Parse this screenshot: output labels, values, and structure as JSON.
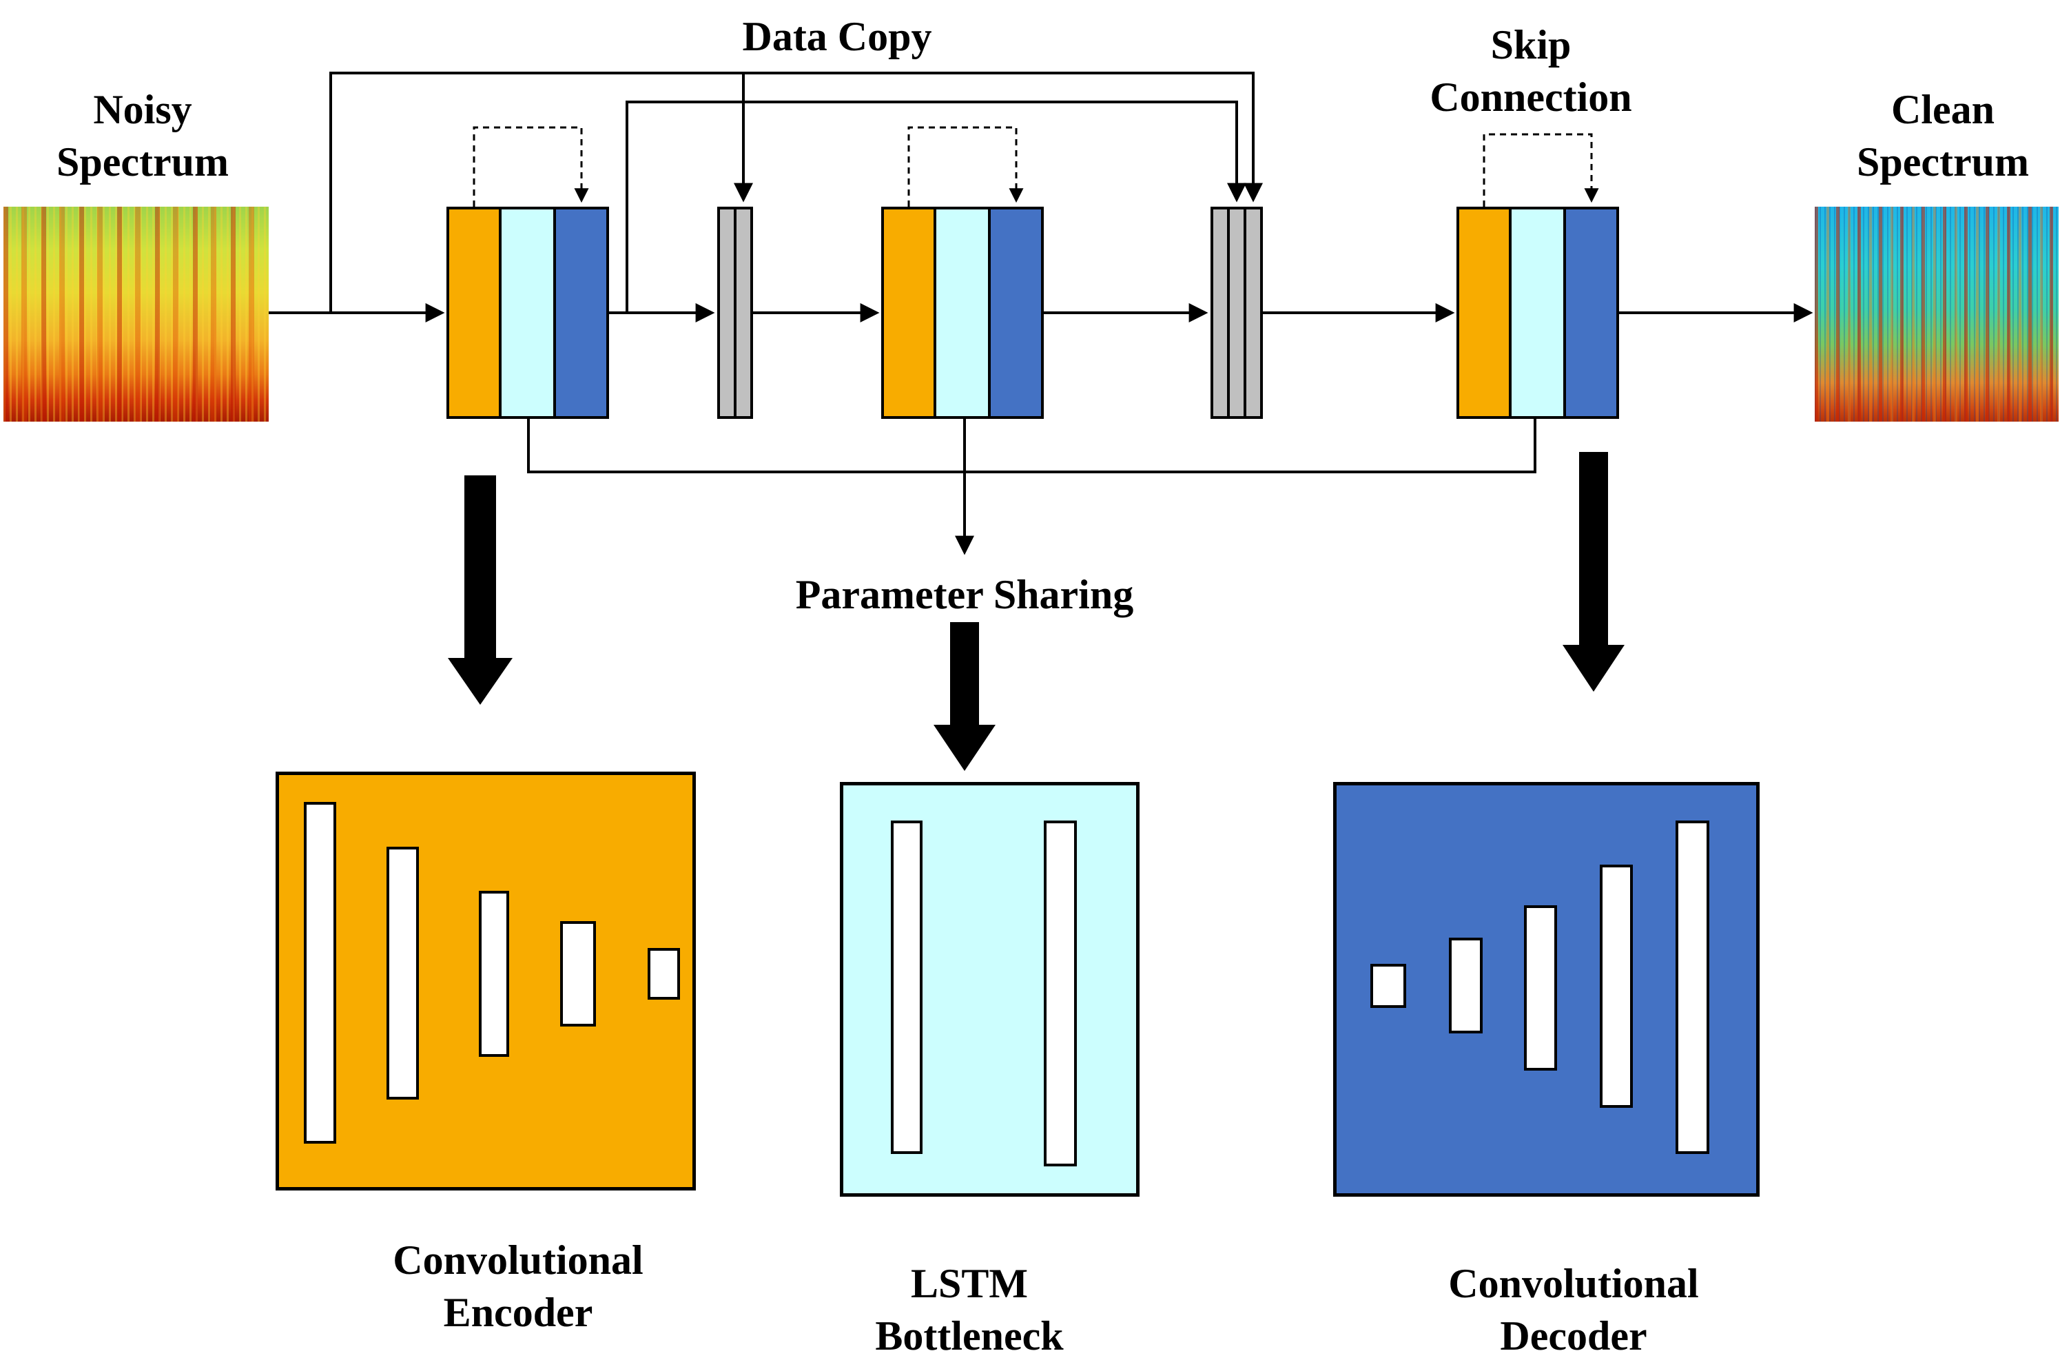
{
  "labels": {
    "data_copy": "Data Copy",
    "skip_connection": [
      "Skip",
      "Connection"
    ],
    "noisy_spectrum": [
      "Noisy",
      "Spectrum"
    ],
    "clean_spectrum": [
      "Clean",
      "Spectrum"
    ],
    "parameter_sharing": "Parameter Sharing",
    "conv_encoder": [
      "Convolutional",
      "Encoder"
    ],
    "lstm_bottleneck": [
      "LSTM",
      "Bottleneck"
    ],
    "conv_decoder": [
      "Convolutional",
      "Decoder"
    ]
  },
  "colors": {
    "encoder": "#F8AC00",
    "lstm": "#CCFEFE",
    "decoder": "#4472C4",
    "databar": "#C0C0C0",
    "line": "#000000"
  },
  "structure": {
    "repeated_network_blocks": 3,
    "block_stripe_order": [
      "encoder",
      "lstm",
      "decoder"
    ],
    "data_copy_bar_groups": [
      2,
      3
    ],
    "encoder_layer_bars": 5,
    "lstm_layer_bars": 2,
    "decoder_layer_bars": 5
  }
}
